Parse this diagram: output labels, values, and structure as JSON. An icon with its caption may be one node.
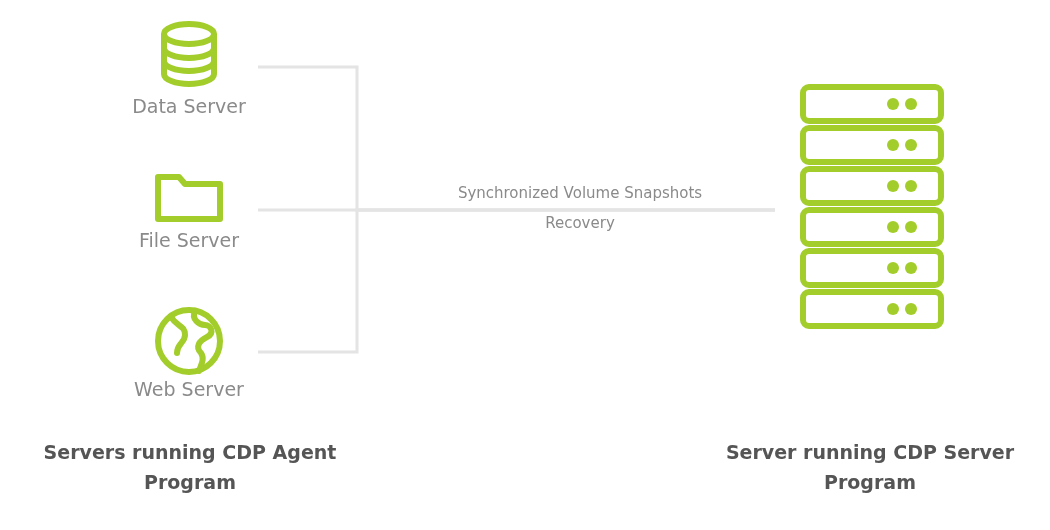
{
  "diagram": {
    "nodes": [
      {
        "text": [
          "Data Server"
        ]
      },
      {
        "text": [
          "File Server"
        ]
      },
      {
        "text": [
          "Web Server"
        ]
      },
      {
        "text": [],
        "shape": "server"
      }
    ],
    "edges": [
      {
        "from": 0,
        "to": 3,
        "arrow": "none"
      },
      {
        "from": 1,
        "to": 3,
        "arrow": "none"
      },
      {
        "from": 2,
        "to": 3,
        "arrow": "none"
      }
    ],
    "labels": [
      "Synchronized Volume Snapshots",
      "Recovery",
      "Servers running CDP Agent Program",
      "Server running CDP Server Program"
    ]
  }
}
